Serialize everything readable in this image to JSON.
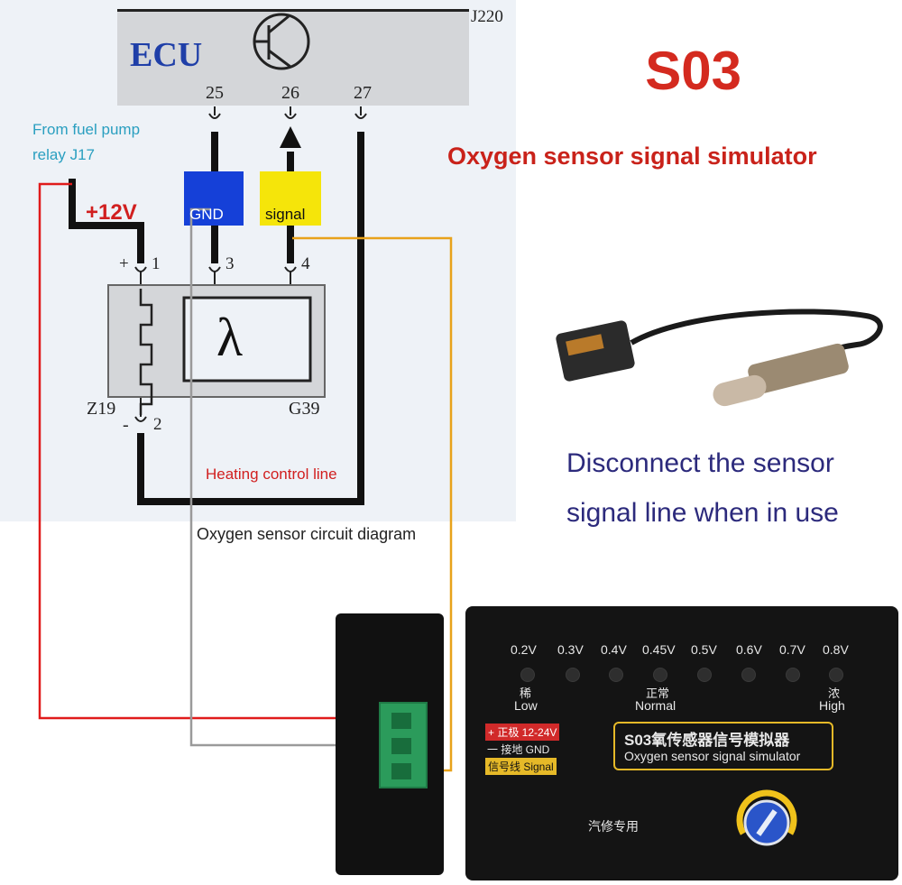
{
  "title": "S03",
  "subtitle": "Oxygen sensor signal simulator",
  "usage_note": [
    "Disconnect the sensor",
    "signal line when in use"
  ],
  "colors": {
    "title_red": "#d42a1f",
    "note_blue": "#2c2a7c",
    "ecu_box": "#d4d6d9",
    "gnd_box": "#1540d8",
    "signal_box": "#f5e50a",
    "wire_red": "#e01b1b",
    "wire_orange": "#e8a21b",
    "wire_gray": "#9a9a9a"
  },
  "diagram": {
    "ecu_label": "ECU",
    "ecu_ref": "J220",
    "pins": [
      "25",
      "26",
      "27"
    ],
    "supply_source": [
      "From fuel pump",
      "relay J17"
    ],
    "voltage": "+12V",
    "gnd_label": "GND",
    "signal_label": "signal",
    "sensor_pins": {
      "p1": "1",
      "p3": "3",
      "p4": "4",
      "p2": "2",
      "plus": "+",
      "minus": "-"
    },
    "lambda": "λ",
    "heater_ref": "Z19",
    "sensor_ref": "G39",
    "heating_line": "Heating control line",
    "caption": "Oxygen sensor circuit diagram"
  },
  "device": {
    "voltages": [
      "0.2V",
      "0.3V",
      "0.4V",
      "0.45V",
      "0.5V",
      "0.6V",
      "0.7V",
      "0.8V"
    ],
    "lean_cn": "稀",
    "lean": "Low",
    "normal_cn": "正常",
    "normal": "Normal",
    "rich_cn": "浓",
    "rich": "High",
    "plate_cn": "S03氧传感器信号模拟器",
    "plate_en": "Oxygen sensor signal simulator",
    "pos_label": "+ 正极 12-24V",
    "gnd_label": "一 接地 GND",
    "sig_label": "信号线 Signal",
    "shop_label": "汽修专用"
  }
}
